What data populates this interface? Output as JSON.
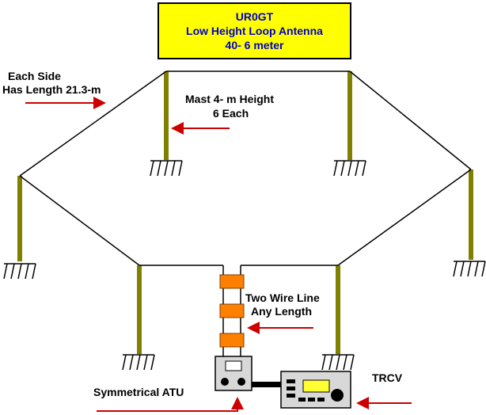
{
  "title": {
    "line1": "UR0GT",
    "line2": "Low Height Loop Antenna",
    "line3": "40- 6 meter"
  },
  "labels": {
    "each_side_line1": "Each Side",
    "each_side_line2": "Has Length 21.3-m",
    "mast_line1": "Mast 4- m Height",
    "mast_line2": "6  Each",
    "two_wire_line1": "Two Wire Line",
    "two_wire_line2": "Any Length",
    "atu": "Symmetrical ATU",
    "trcv": "TRCV"
  },
  "colors": {
    "title_bg": "#ffff00",
    "title_text": "#0000cc",
    "mast": "#808000",
    "arrow": "#cc0000",
    "insulator": "#ff8000",
    "equipment": "#d8d8d8",
    "display": "#ffff33"
  }
}
